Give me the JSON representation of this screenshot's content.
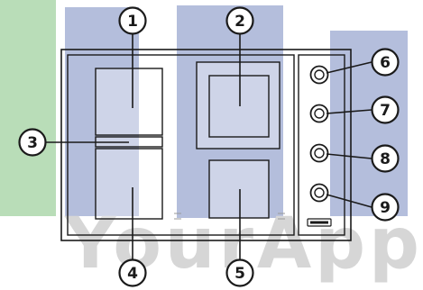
{
  "colors": {
    "background": "#ffffff",
    "watermark_blue": "#b4bedc",
    "watermark_green": "#b9ddb8",
    "watermark_grey": "#d6d6d6",
    "line": "#1a1a1a",
    "callout_fill": "#ffffff"
  },
  "watermark": {
    "text": "YourApp"
  },
  "callouts": [
    {
      "number": "1",
      "target": "left-rear-zone"
    },
    {
      "number": "2",
      "target": "right-rear-zone"
    },
    {
      "number": "3",
      "target": "bridge-zone"
    },
    {
      "number": "4",
      "target": "left-front-zone"
    },
    {
      "number": "5",
      "target": "right-front-zone"
    },
    {
      "number": "6",
      "target": "control-knob-1"
    },
    {
      "number": "7",
      "target": "control-knob-2"
    },
    {
      "number": "8",
      "target": "control-knob-3"
    },
    {
      "number": "9",
      "target": "control-knob-4"
    }
  ]
}
